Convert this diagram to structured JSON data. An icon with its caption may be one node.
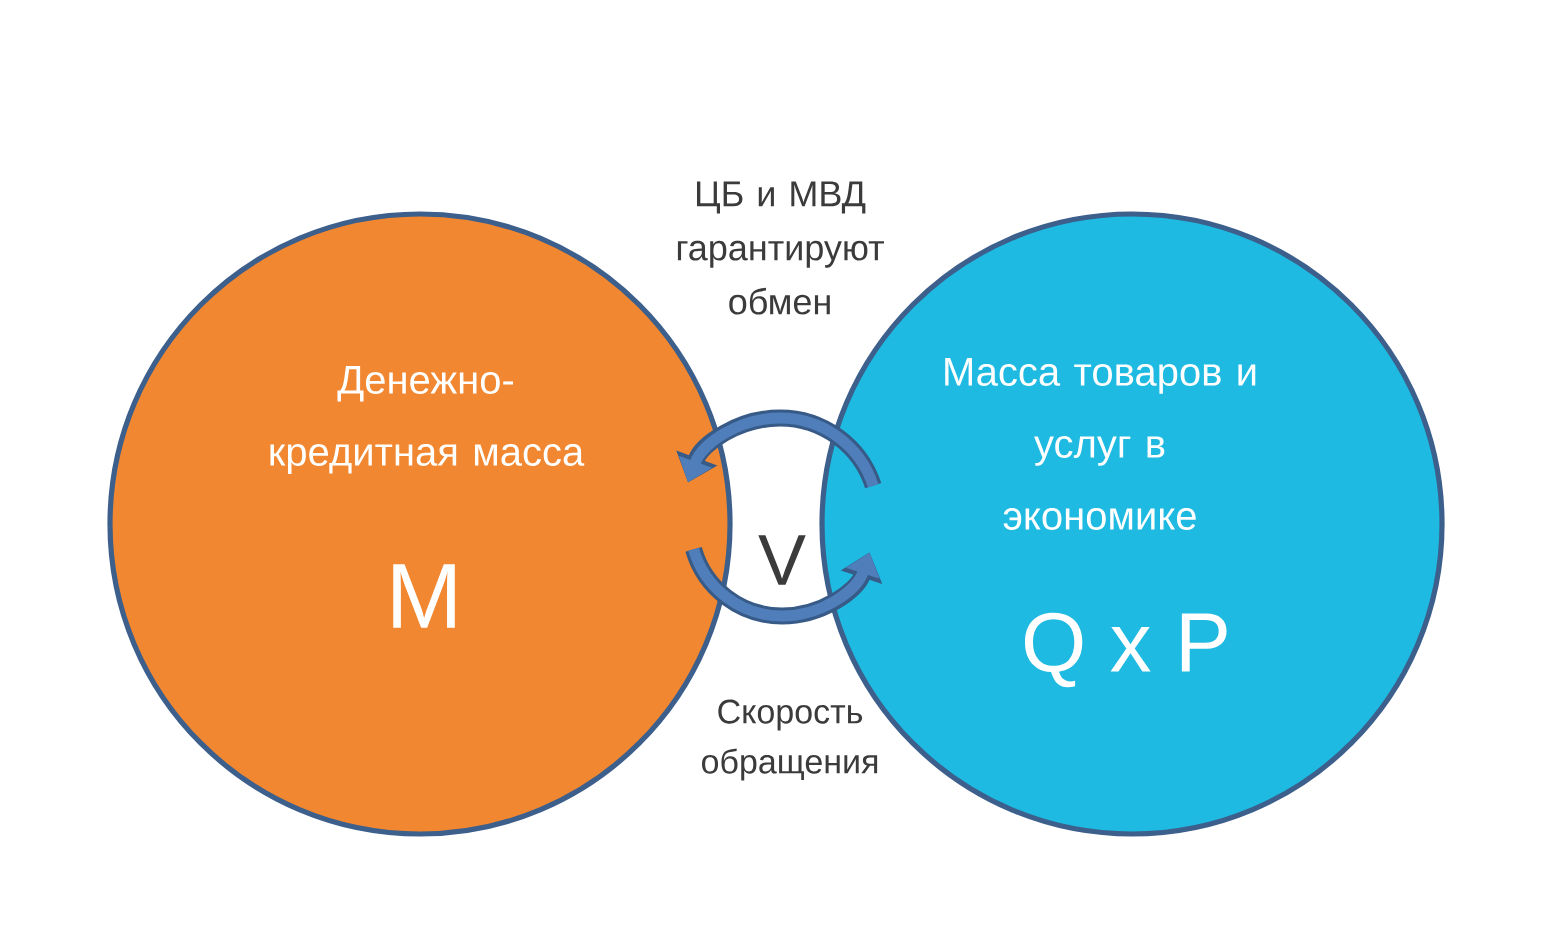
{
  "diagram": {
    "nodes": [
      {
        "text": [
          "Денежно-кредитная масса",
          "M"
        ]
      },
      {
        "text": [
          "Масса товаров и услуг в экономике",
          "Q x P"
        ]
      }
    ],
    "edges": [
      {
        "from": 1,
        "to": 0,
        "arrow": "to"
      },
      {
        "from": 0,
        "to": 1,
        "arrow": "to"
      }
    ],
    "labels": [
      "ЦБ и МВД гарантируют обмен",
      "V",
      "Скорость обращения"
    ]
  }
}
